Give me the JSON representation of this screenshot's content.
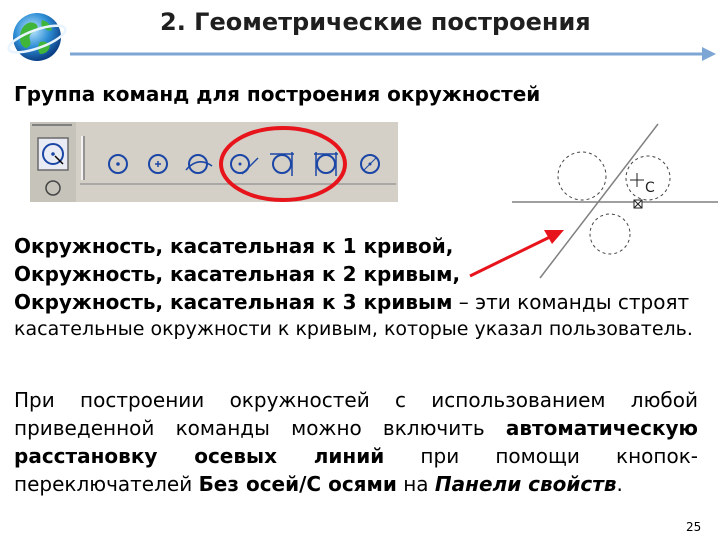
{
  "slide": {
    "title": "2. Геометрические построения",
    "subtitle": "Группа команд для построения окружностей",
    "page_number": "25"
  },
  "commands": {
    "line1": "Окружность, касательная к 1 кривой,",
    "line2": "Окружность, касательная к 2 кривым,",
    "line3_bold": "Окружность, касательная к 3 кривым",
    "line3_rest": " – эти команды строят",
    "line4": "касательные окружности к кривым, которые указал пользователь."
  },
  "paragraph": {
    "part1": "При построении окружностей с использованием любой приведенной команды можно включить ",
    "bold1": "автоматическую расстановку осевых линий",
    "part2": " при помощи кнопок-переключателей ",
    "bold2": "Без осей/С осями",
    "part3": " на ",
    "italic1": "Панели свойств",
    "part4": "."
  },
  "toolbar": {
    "buttons": [
      "circle-center-radius",
      "circle-3-points",
      "circle-arc-center",
      "circle-tangent-1-curve",
      "circle-tangent-2-curves",
      "circle-tangent-3-curves",
      "circle-2-points"
    ],
    "highlighted": [
      "circle-tangent-1-curve",
      "circle-tangent-2-curves",
      "circle-tangent-3-curves"
    ]
  },
  "sketch": {
    "label": "C"
  },
  "colors": {
    "title_arrow": "#7ea6d4",
    "highlight_ellipse": "#e8141c",
    "pointer_arrow": "#e8141c"
  }
}
